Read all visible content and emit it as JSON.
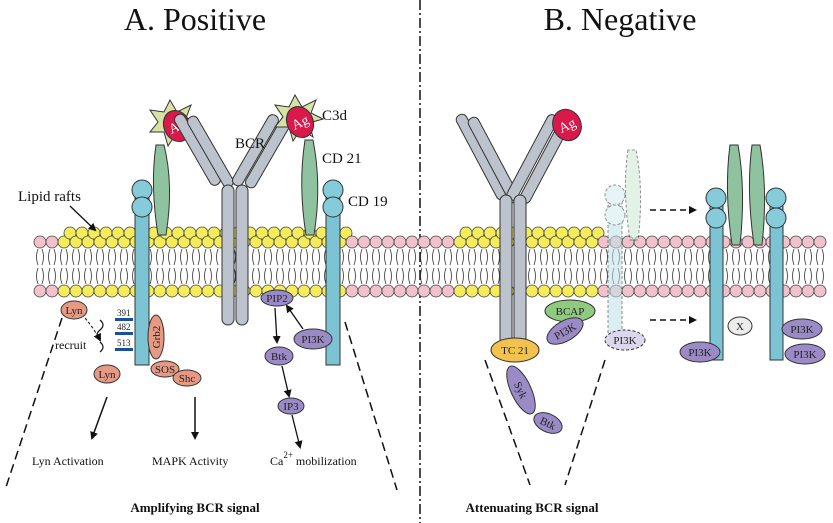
{
  "panels": {
    "positive": {
      "title": "A. Positive",
      "footer": "Amplifying BCR signal"
    },
    "negative": {
      "title": "B. Negative",
      "footer": "Attenuating BCR signal"
    }
  },
  "labels": {
    "bcr": "BCR",
    "c3d": "C3d",
    "cd21": "CD 21",
    "cd19": "CD 19",
    "lipid_rafts": "Lipid rafts",
    "recruit": "recruit",
    "lyn_activation": "Lyn Activation",
    "mapk_activity": "MAPK Activity",
    "ca_mobilization_base": "Ca",
    "ca_mobilization_sup": "2+",
    "ca_mobilization_rest": " mobilization"
  },
  "molecules": {
    "ag": "Ag",
    "lyn": "Lyn",
    "grb2": "Grb2",
    "sos": "SOS",
    "shc": "Shc",
    "pip2": "PIP2",
    "pi3k": "PI3K",
    "btk": "Btk",
    "ip3": "IP3",
    "tc21": "TC 21",
    "bcap": "BCAP",
    "syk": "Syk",
    "x": "X"
  },
  "residues": [
    "391",
    "482",
    "513"
  ],
  "colors": {
    "antigen": "#d8194a",
    "c3d_star": "#d7e3a4",
    "cd21": "#8fc3a0",
    "cd19": "#7cc4d3",
    "cd19_ball": "#86cbda",
    "bcr": "#bcc3cd",
    "raft_head": "#f5ec5b",
    "membrane_head": "#f2c2cc",
    "lyn": "#e69a84",
    "pi3k": "#9a8bc6",
    "tc21": "#f1c24d",
    "bcap": "#8fca7f",
    "x": "#ececec"
  }
}
